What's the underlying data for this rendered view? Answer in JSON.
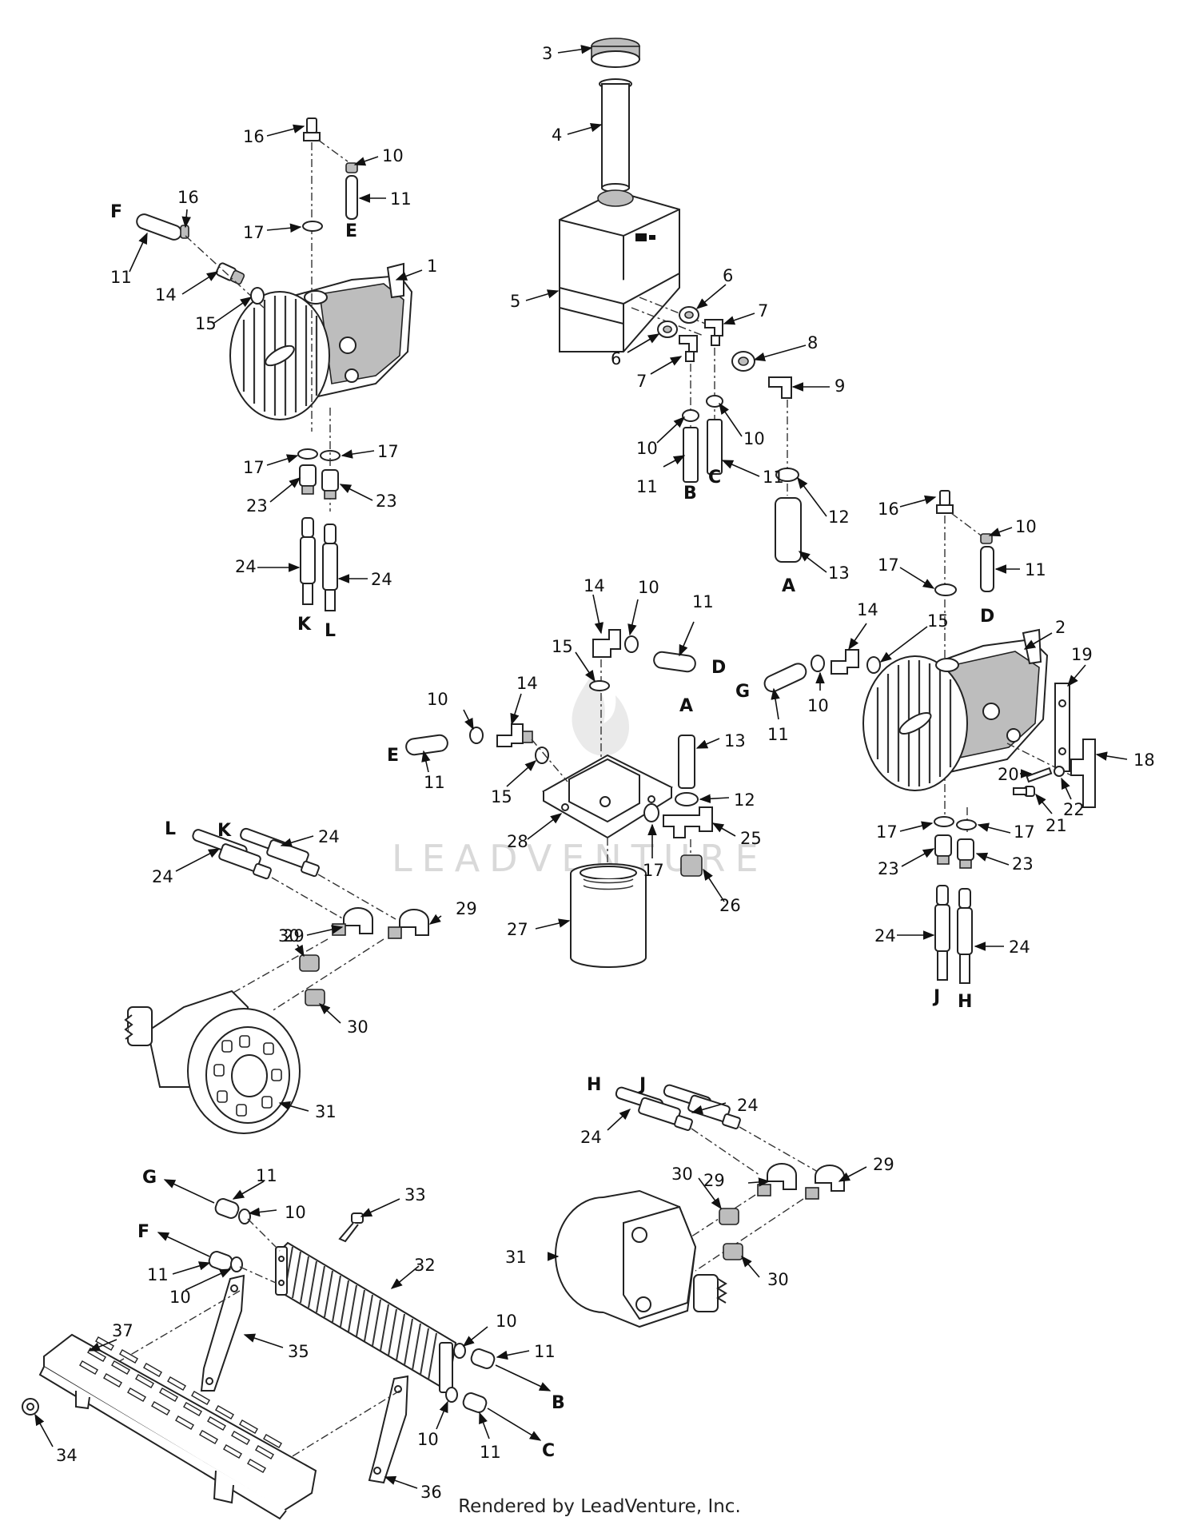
{
  "watermark": "LEADVENTURE",
  "footer": "Rendered by LeadVenture, Inc.",
  "callouts": [
    {
      "id": "c3",
      "text": "3"
    },
    {
      "id": "c4",
      "text": "4"
    },
    {
      "id": "c5",
      "text": "5"
    },
    {
      "id": "c6a",
      "text": "6"
    },
    {
      "id": "c6b",
      "text": "6"
    },
    {
      "id": "c7a",
      "text": "7"
    },
    {
      "id": "c7b",
      "text": "7"
    },
    {
      "id": "c8",
      "text": "8"
    },
    {
      "id": "c9",
      "text": "9"
    },
    {
      "id": "c10a",
      "text": "10"
    },
    {
      "id": "c10b",
      "text": "10"
    },
    {
      "id": "c11a",
      "text": "11"
    },
    {
      "id": "c11b",
      "text": "11"
    },
    {
      "id": "c12a",
      "text": "12"
    },
    {
      "id": "c13a",
      "text": "13"
    },
    {
      "id": "c16a",
      "text": "16"
    },
    {
      "id": "c10c",
      "text": "10"
    },
    {
      "id": "c11c",
      "text": "11"
    },
    {
      "id": "c16b",
      "text": "16"
    },
    {
      "id": "c11d",
      "text": "11"
    },
    {
      "id": "c17a",
      "text": "17"
    },
    {
      "id": "c14a",
      "text": "14"
    },
    {
      "id": "c15a",
      "text": "15"
    },
    {
      "id": "c1",
      "text": "1"
    },
    {
      "id": "c17b",
      "text": "17"
    },
    {
      "id": "c17c",
      "text": "17"
    },
    {
      "id": "c23a",
      "text": "23"
    },
    {
      "id": "c23b",
      "text": "23"
    },
    {
      "id": "c24a",
      "text": "24"
    },
    {
      "id": "c24b",
      "text": "24"
    },
    {
      "id": "c16c",
      "text": "16"
    },
    {
      "id": "c10d",
      "text": "10"
    },
    {
      "id": "c11e",
      "text": "11"
    },
    {
      "id": "c17d",
      "text": "17"
    },
    {
      "id": "c15b",
      "text": "15"
    },
    {
      "id": "c14b",
      "text": "14"
    },
    {
      "id": "c2",
      "text": "2"
    },
    {
      "id": "c19",
      "text": "19"
    },
    {
      "id": "c18",
      "text": "18"
    },
    {
      "id": "c11f",
      "text": "11"
    },
    {
      "id": "c10e",
      "text": "10"
    },
    {
      "id": "c20",
      "text": "20"
    },
    {
      "id": "c22",
      "text": "22"
    },
    {
      "id": "c21",
      "text": "21"
    },
    {
      "id": "c17e",
      "text": "17"
    },
    {
      "id": "c17f",
      "text": "17"
    },
    {
      "id": "c23c",
      "text": "23"
    },
    {
      "id": "c23d",
      "text": "23"
    },
    {
      "id": "c24c",
      "text": "24"
    },
    {
      "id": "c24d",
      "text": "24"
    },
    {
      "id": "c14c",
      "text": "14"
    },
    {
      "id": "c10f",
      "text": "10"
    },
    {
      "id": "c11g",
      "text": "11"
    },
    {
      "id": "c15c",
      "text": "15"
    },
    {
      "id": "c10g",
      "text": "10"
    },
    {
      "id": "c14d",
      "text": "14"
    },
    {
      "id": "c11h",
      "text": "11"
    },
    {
      "id": "c15d",
      "text": "15"
    },
    {
      "id": "c13b",
      "text": "13"
    },
    {
      "id": "c12b",
      "text": "12"
    },
    {
      "id": "c28",
      "text": "28"
    },
    {
      "id": "c25",
      "text": "25"
    },
    {
      "id": "c17g",
      "text": "17"
    },
    {
      "id": "c26",
      "text": "26"
    },
    {
      "id": "c27",
      "text": "27"
    },
    {
      "id": "c24e",
      "text": "24"
    },
    {
      "id": "c24f",
      "text": "24"
    },
    {
      "id": "c29a",
      "text": "29"
    },
    {
      "id": "c30a",
      "text": "30"
    },
    {
      "id": "c29b",
      "text": "29"
    },
    {
      "id": "c30b",
      "text": "30"
    },
    {
      "id": "c31a",
      "text": "31"
    },
    {
      "id": "c24g",
      "text": "24"
    },
    {
      "id": "c24h",
      "text": "24"
    },
    {
      "id": "c30c",
      "text": "30"
    },
    {
      "id": "c29c",
      "text": "29"
    },
    {
      "id": "c29d",
      "text": "29"
    },
    {
      "id": "c31b",
      "text": "31"
    },
    {
      "id": "c30d",
      "text": "30"
    },
    {
      "id": "c11i",
      "text": "11"
    },
    {
      "id": "c10h",
      "text": "10"
    },
    {
      "id": "c33",
      "text": "33"
    },
    {
      "id": "c11j",
      "text": "11"
    },
    {
      "id": "c10i",
      "text": "10"
    },
    {
      "id": "c32",
      "text": "32"
    },
    {
      "id": "c37",
      "text": "37"
    },
    {
      "id": "c35",
      "text": "35"
    },
    {
      "id": "c10j",
      "text": "10"
    },
    {
      "id": "c11k",
      "text": "11"
    },
    {
      "id": "c10k",
      "text": "10"
    },
    {
      "id": "c11l",
      "text": "11"
    },
    {
      "id": "c34",
      "text": "34"
    },
    {
      "id": "c36",
      "text": "36"
    }
  ],
  "connection_letters": [
    {
      "id": "lF1",
      "text": "F"
    },
    {
      "id": "lE1",
      "text": "E"
    },
    {
      "id": "lK1",
      "text": "K"
    },
    {
      "id": "lL1",
      "text": "L"
    },
    {
      "id": "lB1",
      "text": "B"
    },
    {
      "id": "lC1",
      "text": "C"
    },
    {
      "id": "lA1",
      "text": "A"
    },
    {
      "id": "lD1",
      "text": "D"
    },
    {
      "id": "lD2",
      "text": "D"
    },
    {
      "id": "lG1",
      "text": "G"
    },
    {
      "id": "lE2",
      "text": "E"
    },
    {
      "id": "lA2",
      "text": "A"
    },
    {
      "id": "lJ1",
      "text": "J"
    },
    {
      "id": "lH1",
      "text": "H"
    },
    {
      "id": "lL2",
      "text": "L"
    },
    {
      "id": "lK2",
      "text": "K"
    },
    {
      "id": "lH2",
      "text": "H"
    },
    {
      "id": "lJ2",
      "text": "J"
    },
    {
      "id": "lG2",
      "text": "G"
    },
    {
      "id": "lF2",
      "text": "F"
    },
    {
      "id": "lB2",
      "text": "B"
    },
    {
      "id": "lC2",
      "text": "C"
    }
  ]
}
